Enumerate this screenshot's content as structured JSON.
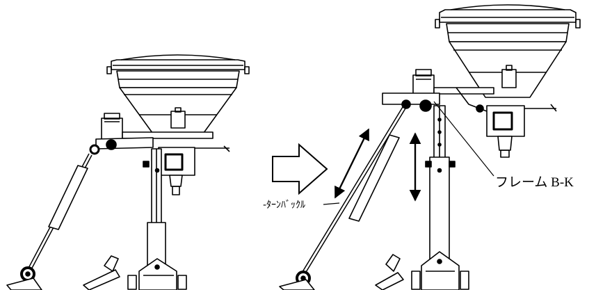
{
  "labels": {
    "frame_label": "フレーム B-K",
    "turnbuckle_label": "-ﾀｰﾝﾊﾞｯｸﾙ"
  },
  "icons": {
    "transition_arrow": "hollow-right-arrow",
    "adjust_arrow_diagonal": "double-headed-arrow",
    "adjust_arrow_vertical": "double-headed-arrow"
  },
  "colors": {
    "line": "#000000",
    "background": "#ffffff"
  }
}
